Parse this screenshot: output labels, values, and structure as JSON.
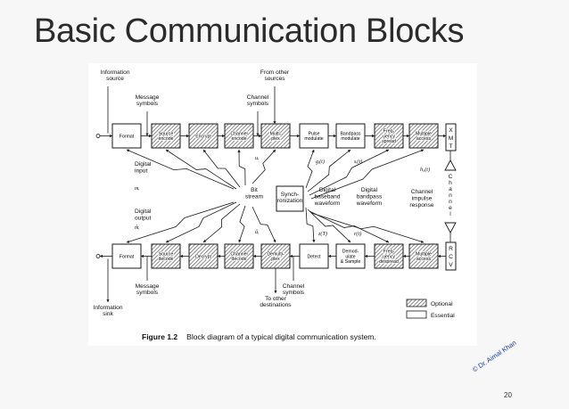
{
  "slide": {
    "title": "Basic Communication Blocks",
    "page_number": "20",
    "watermark": "© Dr. Aimal Khan"
  },
  "figure": {
    "caption_number": "Figure 1.2",
    "caption_text": "Block diagram of a typical digital communication system.",
    "legend": {
      "optional": "Optional",
      "essential": "Essential"
    },
    "colors": {
      "optional_hatch": "#555555",
      "line": "#1a1a1a"
    },
    "tx_blocks": [
      {
        "lines": [
          "Format"
        ],
        "type": "essential"
      },
      {
        "lines": [
          "Source",
          "encode"
        ],
        "type": "optional"
      },
      {
        "lines": [
          "Encrypt"
        ],
        "type": "optional"
      },
      {
        "lines": [
          "Channel",
          "encode"
        ],
        "type": "optional"
      },
      {
        "lines": [
          "Multi-",
          "plex"
        ],
        "type": "optional"
      },
      {
        "lines": [
          "Pulse",
          "modulate"
        ],
        "type": "essential"
      },
      {
        "lines": [
          "Bandpass",
          "modulate"
        ],
        "type": "essential"
      },
      {
        "lines": [
          "Freq-",
          "uency",
          "spread"
        ],
        "type": "optional"
      },
      {
        "lines": [
          "Multiple",
          "access"
        ],
        "type": "optional"
      }
    ],
    "rx_blocks": [
      {
        "lines": [
          "Format"
        ],
        "type": "essential"
      },
      {
        "lines": [
          "Source",
          "decode"
        ],
        "type": "optional"
      },
      {
        "lines": [
          "Decrypt"
        ],
        "type": "optional"
      },
      {
        "lines": [
          "Channel",
          "decode"
        ],
        "type": "optional"
      },
      {
        "lines": [
          "Demulti-",
          "plex"
        ],
        "type": "optional"
      },
      {
        "lines": [
          "Detect"
        ],
        "type": "essential"
      },
      {
        "lines": [
          "Demod-",
          "ulate",
          "& Sample"
        ],
        "type": "essential"
      },
      {
        "lines": [
          "Freq-",
          "uency",
          "despread"
        ],
        "type": "optional"
      },
      {
        "lines": [
          "Multiple",
          "access"
        ],
        "type": "optional"
      }
    ],
    "xmt_letters": [
      "X",
      "M",
      "T"
    ],
    "rcv_letters": [
      "R",
      "C",
      "V"
    ],
    "channel_letters": [
      "C",
      "h",
      "a",
      "n",
      "n",
      "e",
      "l"
    ],
    "sync_lines": [
      "Synch-",
      "ronization"
    ],
    "bit_stream_lines": [
      "Bit",
      "stream"
    ],
    "labels": {
      "info_source": [
        "Information",
        "source"
      ],
      "message_symbols_tx": [
        "Message",
        "symbols"
      ],
      "channel_symbols_tx": [
        "Channel",
        "symbols"
      ],
      "from_other_sources": [
        "From other",
        "sources"
      ],
      "digital_input": [
        "Digital",
        "input"
      ],
      "m_i": "mᵢ",
      "u_i": "uᵢ",
      "g_i": "gᵢ(t)",
      "s_i": "sᵢ(t)",
      "h_c": "h꜀(t)",
      "channel_impulse": [
        "Channel",
        "impulse",
        "response"
      ],
      "digital_baseband": [
        "Digital",
        "baseband",
        "waveform"
      ],
      "digital_bandpass": [
        "Digital",
        "bandpass",
        "waveform"
      ],
      "digital_output": [
        "Digital",
        "output"
      ],
      "m_hat": "m̂ᵢ",
      "u_hat": "ûᵢ",
      "z_T": "z(T)",
      "r_t": "r(t)",
      "message_symbols_rx": [
        "Message",
        "symbols"
      ],
      "channel_symbols_rx": [
        "Channel",
        "symbols"
      ],
      "info_sink": [
        "Information",
        "sink"
      ],
      "to_other": [
        "To other",
        "destinations"
      ]
    }
  }
}
